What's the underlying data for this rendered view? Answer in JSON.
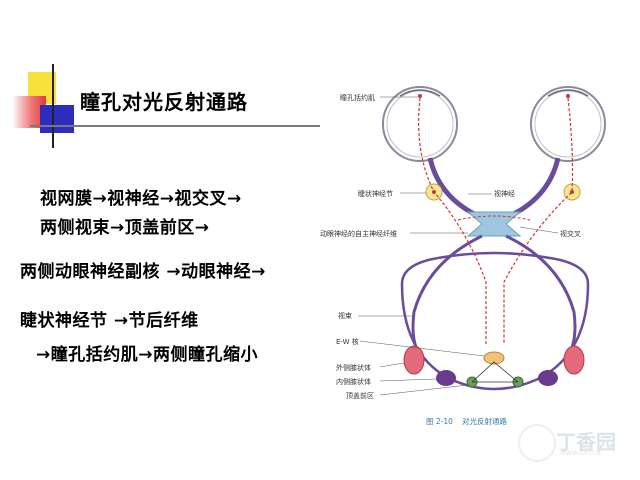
{
  "slide": {
    "title": "瞳孔对光反射通路",
    "lines": [
      "视网膜→视神经→视交叉→",
      "两侧视束→顶盖前区→",
      "两侧动眼神经副核 →动眼神经→",
      "睫状神经节   →节后纤维",
      "→瞳孔括约肌→两侧瞳孔缩小"
    ]
  },
  "figure": {
    "labels": {
      "sphincter": "瞳孔括约肌",
      "ciliary_ganglion": "睫状神经节",
      "optic_nerve": "视神经",
      "oculomotor_autonomic": "动眼神经的自主神经纤维",
      "optic_chiasm": "视交叉",
      "optic_tract": "视束",
      "ew_nucleus": "E-W 核",
      "lgb": "外侧膝状体",
      "mgb": "内侧膝状体",
      "pretectal": "顶盖前区"
    },
    "caption_number": "图 2-10",
    "caption_text": "对光反射通路"
  },
  "watermark": {
    "brand": "丁香园",
    "url": "WWW.DXY.CN"
  },
  "colors": {
    "accent_yellow": "#f6e23a",
    "accent_red": "#e43a3a",
    "accent_blue": "#2c2cbf",
    "nerve_purple": "#6a4c9c",
    "reflex_red": "#d9312f",
    "caption_blue": "#3a7aa8"
  }
}
